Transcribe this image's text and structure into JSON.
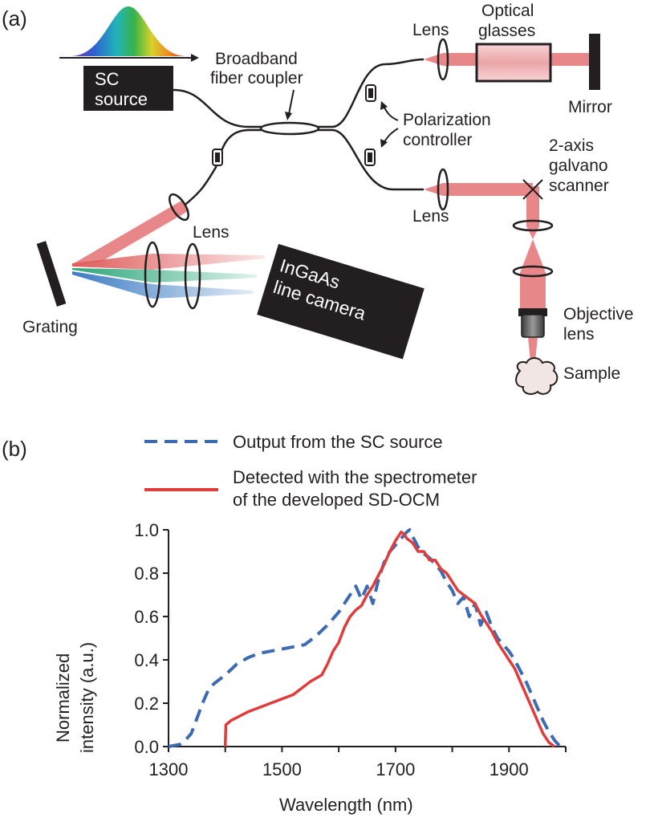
{
  "panel_a": {
    "panel_label": "(a)",
    "sc_source": [
      "SC",
      "source"
    ],
    "coupler_label": [
      "Broadband",
      "fiber coupler"
    ],
    "pc_label": [
      "Polarization",
      "controller"
    ],
    "lens_ref": "Lens",
    "optical_glasses": [
      "Optical",
      "glasses"
    ],
    "mirror": "Mirror",
    "galvo": [
      "2-axis",
      "galvano",
      "scanner"
    ],
    "lens_sample": "Lens",
    "lens_spectrometer": "Lens",
    "camera": [
      "InGaAs",
      "line camera"
    ],
    "grating": "Grating",
    "objective": [
      "Objective",
      "lens"
    ],
    "sample": "Sample",
    "colors": {
      "beam": "#e8878a",
      "beam_dark": "#d9686c",
      "camera_fill": "#231f20",
      "green": "#2aa67a",
      "blue": "#3d7cc4",
      "red": "#e05a5a"
    }
  },
  "panel_b": {
    "panel_label": "(b)"
  },
  "chart_data": {
    "type": "line",
    "xlabel": "Wavelength (nm)",
    "ylabel": [
      "Normalized",
      "intensity (a.u.)"
    ],
    "xlim": [
      1300,
      2000
    ],
    "ylim": [
      0,
      1.0
    ],
    "xticks": [
      1300,
      1500,
      1700,
      1900
    ],
    "yticks": [
      "0.0",
      "0.2",
      "0.4",
      "0.6",
      "0.8",
      "1.0"
    ],
    "grid": false,
    "legend_position": "top",
    "series": [
      {
        "name": "Output from the SC source",
        "style": "dashed",
        "color": "#3d6bb3",
        "points": [
          [
            1300,
            0
          ],
          [
            1320,
            0.01
          ],
          [
            1330,
            0.03
          ],
          [
            1340,
            0.06
          ],
          [
            1350,
            0.13
          ],
          [
            1360,
            0.2
          ],
          [
            1370,
            0.26
          ],
          [
            1380,
            0.29
          ],
          [
            1390,
            0.31
          ],
          [
            1400,
            0.33
          ],
          [
            1420,
            0.38
          ],
          [
            1440,
            0.41
          ],
          [
            1460,
            0.43
          ],
          [
            1480,
            0.44
          ],
          [
            1500,
            0.45
          ],
          [
            1520,
            0.46
          ],
          [
            1540,
            0.47
          ],
          [
            1560,
            0.51
          ],
          [
            1580,
            0.56
          ],
          [
            1600,
            0.62
          ],
          [
            1620,
            0.7
          ],
          [
            1630,
            0.74
          ],
          [
            1640,
            0.68
          ],
          [
            1650,
            0.74
          ],
          [
            1660,
            0.66
          ],
          [
            1670,
            0.77
          ],
          [
            1680,
            0.85
          ],
          [
            1690,
            0.9
          ],
          [
            1700,
            0.93
          ],
          [
            1710,
            0.96
          ],
          [
            1720,
            0.99
          ],
          [
            1725,
            1.0
          ],
          [
            1730,
            0.97
          ],
          [
            1740,
            0.92
          ],
          [
            1750,
            0.89
          ],
          [
            1760,
            0.87
          ],
          [
            1770,
            0.84
          ],
          [
            1780,
            0.81
          ],
          [
            1790,
            0.76
          ],
          [
            1800,
            0.72
          ],
          [
            1810,
            0.66
          ],
          [
            1820,
            0.69
          ],
          [
            1830,
            0.6
          ],
          [
            1840,
            0.66
          ],
          [
            1850,
            0.56
          ],
          [
            1860,
            0.62
          ],
          [
            1870,
            0.55
          ],
          [
            1880,
            0.5
          ],
          [
            1890,
            0.47
          ],
          [
            1900,
            0.44
          ],
          [
            1910,
            0.4
          ],
          [
            1920,
            0.35
          ],
          [
            1930,
            0.3
          ],
          [
            1940,
            0.24
          ],
          [
            1950,
            0.18
          ],
          [
            1960,
            0.12
          ],
          [
            1970,
            0.07
          ],
          [
            1980,
            0.03
          ],
          [
            1990,
            0.0
          ]
        ]
      },
      {
        "name": "Detected with the spectrometer of the developed SD-OCM",
        "style": "solid",
        "color": "#e03c3c",
        "points": [
          [
            1400,
            0
          ],
          [
            1401,
            0.1
          ],
          [
            1410,
            0.12
          ],
          [
            1440,
            0.16
          ],
          [
            1480,
            0.2
          ],
          [
            1520,
            0.24
          ],
          [
            1550,
            0.3
          ],
          [
            1570,
            0.33
          ],
          [
            1580,
            0.38
          ],
          [
            1590,
            0.44
          ],
          [
            1600,
            0.48
          ],
          [
            1610,
            0.55
          ],
          [
            1620,
            0.6
          ],
          [
            1630,
            0.63
          ],
          [
            1640,
            0.65
          ],
          [
            1650,
            0.7
          ],
          [
            1660,
            0.74
          ],
          [
            1670,
            0.79
          ],
          [
            1680,
            0.84
          ],
          [
            1690,
            0.9
          ],
          [
            1700,
            0.95
          ],
          [
            1710,
            0.99
          ],
          [
            1715,
            0.98
          ],
          [
            1720,
            0.96
          ],
          [
            1730,
            0.94
          ],
          [
            1740,
            0.9
          ],
          [
            1750,
            0.9
          ],
          [
            1760,
            0.86
          ],
          [
            1770,
            0.86
          ],
          [
            1780,
            0.82
          ],
          [
            1790,
            0.8
          ],
          [
            1800,
            0.76
          ],
          [
            1810,
            0.72
          ],
          [
            1820,
            0.7
          ],
          [
            1830,
            0.68
          ],
          [
            1840,
            0.66
          ],
          [
            1850,
            0.61
          ],
          [
            1860,
            0.57
          ],
          [
            1870,
            0.53
          ],
          [
            1880,
            0.48
          ],
          [
            1890,
            0.44
          ],
          [
            1900,
            0.4
          ],
          [
            1910,
            0.36
          ],
          [
            1920,
            0.3
          ],
          [
            1930,
            0.24
          ],
          [
            1940,
            0.18
          ],
          [
            1950,
            0.12
          ],
          [
            1960,
            0.06
          ],
          [
            1970,
            0.02
          ],
          [
            1980,
            0.0
          ]
        ]
      }
    ]
  }
}
